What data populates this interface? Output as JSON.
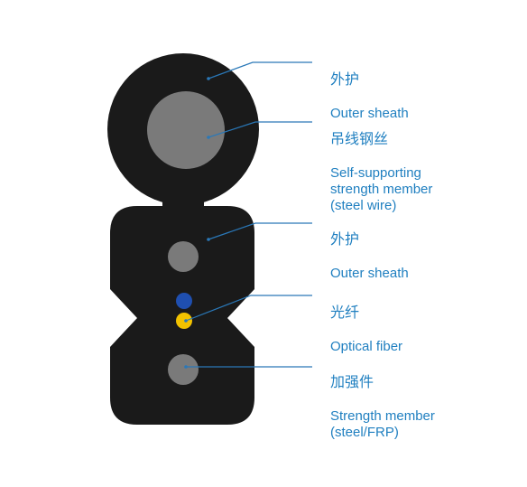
{
  "colors": {
    "cable": "#1a1a1a",
    "member": "#7a7a7a",
    "fiber_blue": "#1f4fb0",
    "fiber_yellow": "#f2c200",
    "leader": "#2a78b8",
    "text": "#1f7fc0"
  },
  "labels": [
    {
      "id": "outer-sheath-top",
      "zh": "外护",
      "en": "Outer sheath"
    },
    {
      "id": "self-supporting-member",
      "zh": "吊线钢丝",
      "en": "Self-supporting\nstrength member\n(steel wire)"
    },
    {
      "id": "outer-sheath-body",
      "zh": "外护",
      "en": "Outer sheath"
    },
    {
      "id": "optical-fiber",
      "zh": "光纤",
      "en": "Optical fiber"
    },
    {
      "id": "strength-member",
      "zh": "加强件",
      "en": "Strength member\n(steel/FRP)"
    }
  ]
}
